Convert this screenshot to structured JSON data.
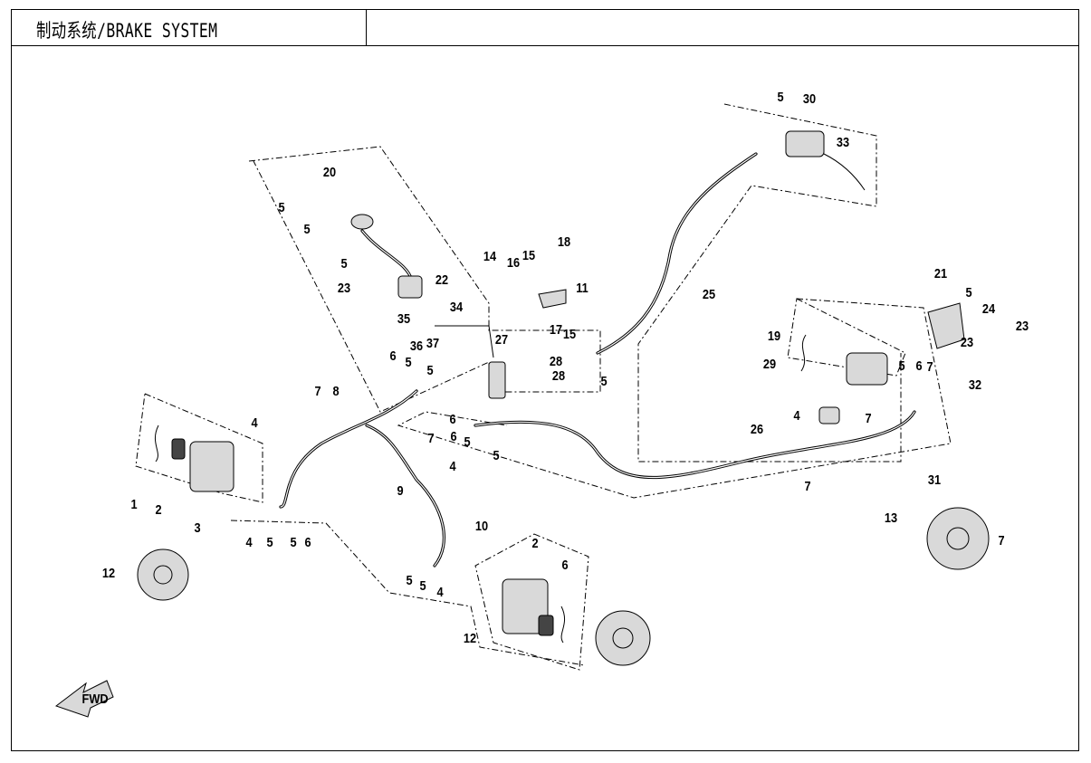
{
  "title": "制动系统/BRAKE SYSTEM",
  "fwd_label": "FWD",
  "callouts": [
    "1",
    "2",
    "3",
    "4",
    "4",
    "5",
    "5",
    "6",
    "7",
    "8",
    "9",
    "12",
    "20",
    "5",
    "5",
    "5",
    "23",
    "22",
    "34",
    "35",
    "36",
    "37",
    "14",
    "16",
    "15",
    "18",
    "11",
    "17",
    "15",
    "6",
    "5",
    "5",
    "27",
    "28",
    "28",
    "5",
    "6",
    "5",
    "6",
    "5",
    "30",
    "33",
    "25",
    "5",
    "21",
    "5",
    "24",
    "23",
    "23",
    "19",
    "29",
    "5",
    "6",
    "7",
    "32",
    "4",
    "7",
    "26",
    "7",
    "31",
    "13",
    "7",
    "7",
    "4",
    "10",
    "2",
    "6",
    "5",
    "5",
    "4",
    "12"
  ]
}
